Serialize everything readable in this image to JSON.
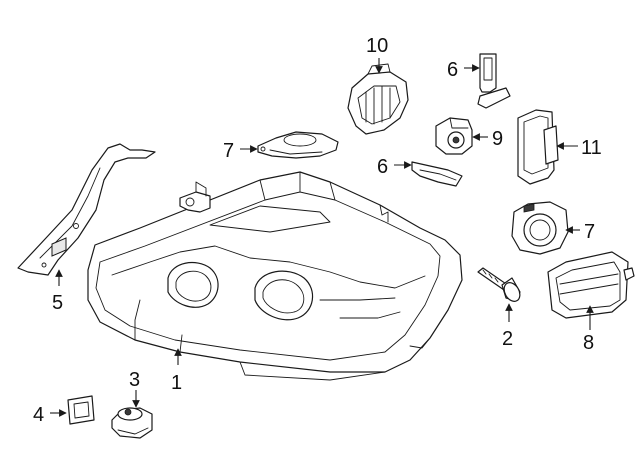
{
  "callouts": {
    "c1": "1",
    "c2": "2",
    "c3": "3",
    "c4": "4",
    "c5": "5",
    "c6a": "6",
    "c6b": "6",
    "c7a": "7",
    "c7b": "7",
    "c8": "8",
    "c9": "9",
    "c10": "10",
    "c11": "11"
  }
}
